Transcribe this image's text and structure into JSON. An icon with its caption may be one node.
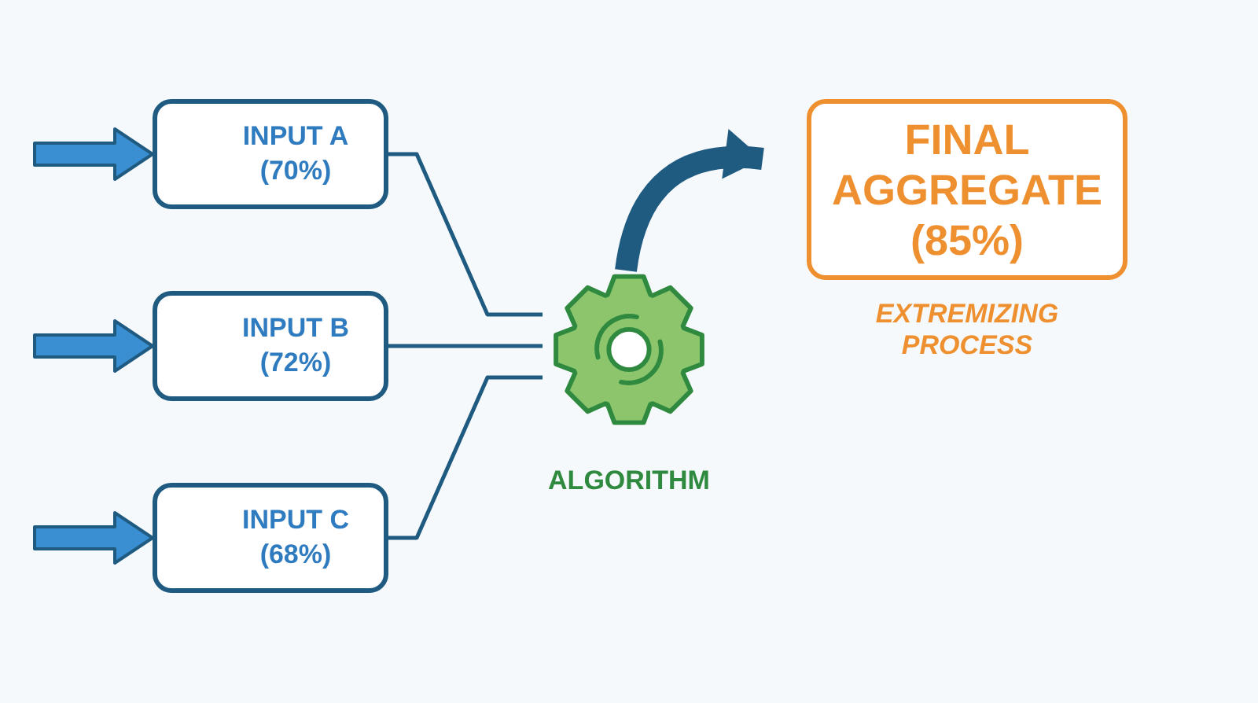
{
  "diagram": {
    "nodes": [
      {
        "text": [
          "INPUT A (70%)"
        ]
      },
      {
        "text": [
          "INPUT B (72%)"
        ]
      },
      {
        "text": [
          "INPUT C (68%)"
        ]
      },
      {
        "text": [
          "ALGORITHM"
        ]
      },
      {
        "text": [
          "FINAL AGGREGATE (85%)"
        ],
        "beside": [
          "EXTREMIZING PROCESS"
        ]
      }
    ],
    "edges": [
      {
        "from": null,
        "to": 0,
        "arrow": "to",
        "color": "#3a8fd3"
      },
      {
        "from": null,
        "to": 1,
        "arrow": "to",
        "color": "#3a8fd3"
      },
      {
        "from": null,
        "to": 2,
        "arrow": "to",
        "color": "#3a8fd3"
      },
      {
        "from": 0,
        "to": 3,
        "arrow": "none"
      },
      {
        "from": 1,
        "to": 3,
        "arrow": "none"
      },
      {
        "from": 2,
        "to": 3,
        "arrow": "none"
      },
      {
        "from": 3,
        "to": 4,
        "arrow": "to",
        "style": "thick"
      }
    ]
  }
}
